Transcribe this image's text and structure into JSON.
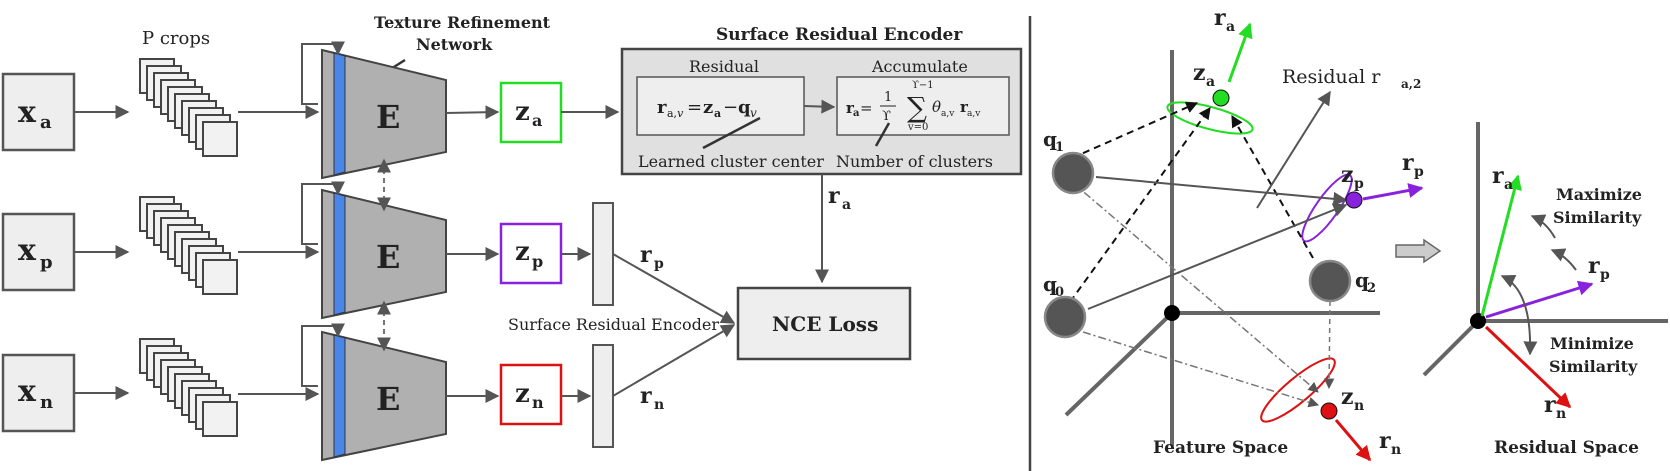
{
  "inputs": {
    "xa": "x",
    "xa_sub": "a",
    "xp": "x",
    "xp_sub": "p",
    "xn": "x",
    "xn_sub": "n"
  },
  "crops_label": "P crops",
  "texture_label_1": "Texture Refinement",
  "texture_label_2": "Network",
  "encoder_label": "E",
  "z": {
    "za": "z",
    "za_sub": "a",
    "zp": "z",
    "zp_sub": "p",
    "zn": "z",
    "zn_sub": "n"
  },
  "sre": {
    "title": "Surface Residual Encoder",
    "residual_title": "Residual",
    "accumulate_title": "Accumulate",
    "residual_formula": "r",
    "learned_cluster_center": "Learned cluster center",
    "number_of_clusters": "Number of clusters"
  },
  "ra_label": "r",
  "rp_label": "r",
  "rn_label": "r",
  "sre_lower_label": "Surface Residual Encoder",
  "nce_loss": "NCE Loss",
  "feature_space": {
    "title": "Feature Space",
    "residual_label": "Residual r",
    "residual_sub": "a,2",
    "q1": "q",
    "q1_sub": "1",
    "q0": "q",
    "q0_sub": "0",
    "q2": "q",
    "q2_sub": "2"
  },
  "residual_space": {
    "title": "Residual Space",
    "maximize_1": "Maximize",
    "maximize_2": "Similarity",
    "minimize_1": "Minimize",
    "minimize_2": "Similarity"
  },
  "colors": {
    "anchor": "#22dd22",
    "positive": "#8822dd",
    "negative": "#dd1111",
    "encoder_blue": "#4a86e8",
    "encoder_gray": "#b0b0b0"
  }
}
